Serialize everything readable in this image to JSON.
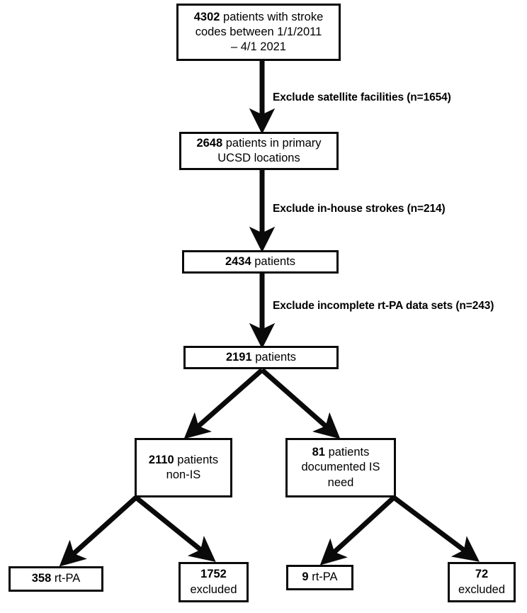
{
  "figure": {
    "type": "flowchart",
    "description": "Patient selection flow diagram for stroke codes",
    "background_color": "#ffffff",
    "line_color": "#0a0a0a"
  },
  "nodes": [
    {
      "id": "n1",
      "name": "node-total-stroke-codes",
      "emphasis": "4302",
      "text": "4302 patients with stroke codes between 1/1/2011 – 4/1 2021"
    },
    {
      "id": "n2",
      "name": "node-primary-ucsd",
      "emphasis": "2648",
      "text": "2648 patients in primary UCSD locations"
    },
    {
      "id": "n3",
      "name": "node-2434-patients",
      "emphasis": "2434",
      "text": "2434 patients"
    },
    {
      "id": "n4",
      "name": "node-2191-patients",
      "emphasis": "2191",
      "text": "2191 patients"
    },
    {
      "id": "n5",
      "name": "node-non-is",
      "emphasis": "2110",
      "text": "2110 patients non-IS"
    },
    {
      "id": "n6",
      "name": "node-documented-is-need",
      "emphasis": "81",
      "text": "81 patients documented IS need"
    },
    {
      "id": "n7",
      "name": "node-358-rtpa",
      "emphasis": "358",
      "text": "358 rt-PA"
    },
    {
      "id": "n8",
      "name": "node-1752-excluded",
      "emphasis": "1752",
      "text": "1752 excluded"
    },
    {
      "id": "n9",
      "name": "node-9-rtpa",
      "emphasis": "9",
      "text": "9 rt-PA"
    },
    {
      "id": "n10",
      "name": "node-72-excluded",
      "emphasis": "72",
      "text": "72 excluded"
    }
  ],
  "edge_labels": [
    {
      "id": "e1",
      "name": "edge-label-exclude-satellite",
      "text": "Exclude satellite facilities (n=1654)"
    },
    {
      "id": "e2",
      "name": "edge-label-exclude-in-house",
      "text": "Exclude in-house strokes (n=214)"
    },
    {
      "id": "e3",
      "name": "edge-label-exclude-incomplete",
      "text": "Exclude incomplete rt-PA data sets (n=243)"
    }
  ],
  "counts": {
    "total_stroke_codes": 4302,
    "excluded_satellite_facilities": 1654,
    "primary_ucsd_locations": 2648,
    "excluded_in_house_strokes": 214,
    "after_in_house_exclusion": 2434,
    "excluded_incomplete_rtpa_data": 243,
    "after_incomplete_exclusion": 2191,
    "non_is": 2110,
    "documented_is_need": 81,
    "non_is_rtpa": 358,
    "non_is_excluded": 1752,
    "is_need_rtpa": 9,
    "is_need_excluded": 72
  },
  "date_range": {
    "start": "1/1/2011",
    "end": "4/1 2021"
  }
}
